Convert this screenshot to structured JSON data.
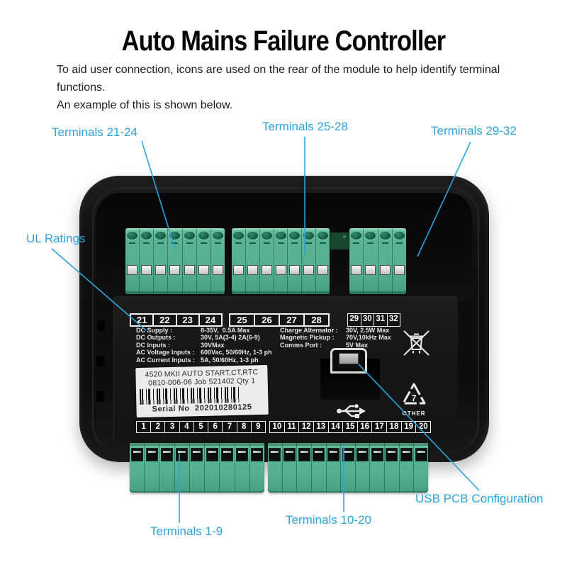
{
  "title": "Auto Mains Failure Controller",
  "intro": {
    "line1": "To aid user connection, icons are used on the rear of the module to help identify terminal",
    "line2": "functions.",
    "line3": "An example of this is shown below."
  },
  "annotations": {
    "terminals_21_24": "Terminals 21-24",
    "terminals_25_28": "Terminals 25-28",
    "terminals_29_32": "Terminals 29-32",
    "ul_ratings": "UL Ratings",
    "usb_pcb_configuration": "USB PCB Configuration",
    "terminals_10_20": "Terminals 10-20",
    "terminals_1_9": "Terminals 1-9"
  },
  "device": {
    "top_terminal_numbers": [
      [
        "21",
        "22",
        "23",
        "24"
      ],
      [
        "25",
        "26",
        "27",
        "28"
      ],
      [
        "29",
        "30",
        "31",
        "32"
      ]
    ],
    "bottom_terminal_numbers": [
      [
        "1",
        "2",
        "3",
        "4",
        "5",
        "6",
        "7",
        "8",
        "9"
      ],
      [
        "10",
        "11",
        "12",
        "13",
        "14",
        "15",
        "16",
        "17",
        "18",
        "19",
        "20"
      ]
    ],
    "top_block_pin_counts": [
      7,
      7,
      4
    ],
    "bottom_block_pin_counts": [
      9,
      11
    ],
    "specs_left": [
      {
        "label": "DC Supply :",
        "value": "8-35V,  0.5A Max"
      },
      {
        "label": "DC Outputs :",
        "value": "30V, 5A(3-4) 2A(6-9)"
      },
      {
        "label": "DC Inputs :",
        "value": "30VMax"
      },
      {
        "label": "AC Voltage Inputs :",
        "value": "600Vac, 50/60Hz, 1-3 ph"
      },
      {
        "label": "AC Current Inputs :",
        "value": "5A, 50/60Hz, 1-3 ph"
      }
    ],
    "specs_right": [
      {
        "label": "Charge Alternator :",
        "value": "30V, 2.5W Max"
      },
      {
        "label": "Magnetic Pickup :",
        "value": "70V,10kHz Max"
      },
      {
        "label": "Comms Port :",
        "value": "5V Max"
      }
    ],
    "product_label": {
      "line1": "4520 MKII AUTO START,CT,RTC",
      "line2": "0810-006-06 Job 521402 Qty 1",
      "serial": "Serial No  202010280125"
    },
    "marks": {
      "recycle_code": "7",
      "recycle_text": "OTHER"
    },
    "icons": {
      "weee": "weee-crossed-bin-icon",
      "usb": "usb-trident-icon",
      "recycle": "recycle-7-other-icon"
    }
  },
  "colors": {
    "accent_cyan": "#2aa4dd",
    "terminal_green": "#55b091",
    "case_black": "#101010",
    "label_bg": "#ececec"
  }
}
